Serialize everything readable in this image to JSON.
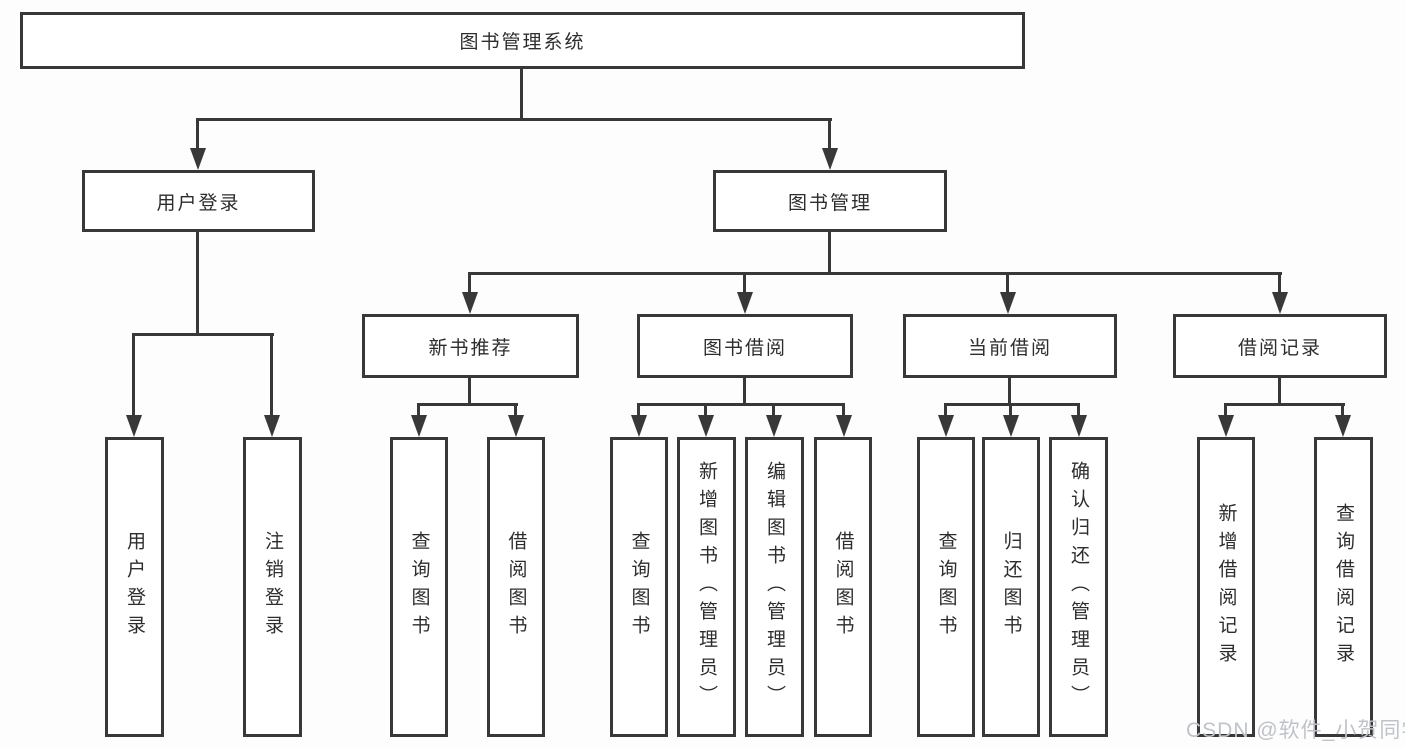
{
  "tree": {
    "root": {
      "label": "图书管理系统"
    },
    "branches": [
      {
        "label": "用户登录",
        "children": [
          {
            "label": "用户登录"
          },
          {
            "label": "注销登录"
          }
        ]
      },
      {
        "label": "图书管理",
        "children": [
          {
            "label": "新书推荐",
            "children": [
              {
                "label": "查询图书"
              },
              {
                "label": "借阅图书"
              }
            ]
          },
          {
            "label": "图书借阅",
            "children": [
              {
                "label": "查询图书"
              },
              {
                "label": "新增图书（管理员）"
              },
              {
                "label": "编辑图书（管理员）"
              },
              {
                "label": "借阅图书"
              }
            ]
          },
          {
            "label": "当前借阅",
            "children": [
              {
                "label": "查询图书"
              },
              {
                "label": "归还图书"
              },
              {
                "label": "确认归还（管理员）"
              }
            ]
          },
          {
            "label": "借阅记录",
            "children": [
              {
                "label": "新增借阅记录"
              },
              {
                "label": "查询借阅记录"
              }
            ]
          }
        ]
      }
    ]
  },
  "watermark": {
    "text": "CSDN @软件_小贺同学"
  },
  "colors": {
    "line": "#383838",
    "text": "#2d2d2d",
    "box_background": "#ffffff",
    "page_background": "#fdfdfd",
    "watermark": "#bfc3c9"
  }
}
